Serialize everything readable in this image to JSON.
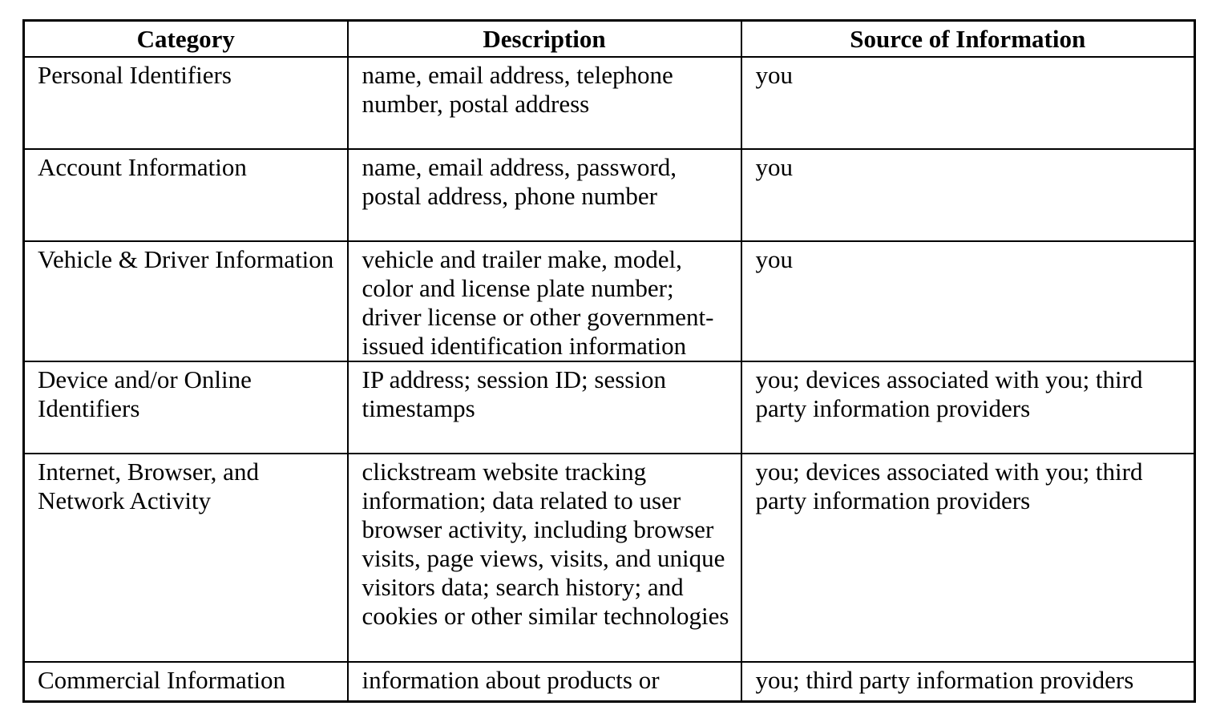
{
  "colors": {
    "background": "#ffffff",
    "border": "#000000",
    "text": "#000000"
  },
  "table": {
    "headers": [
      "Category",
      "Description",
      "Source of Information"
    ],
    "rows": [
      {
        "category": "Personal Identifiers",
        "description": "name, email address, telephone number, postal address",
        "source": "you"
      },
      {
        "category": "Account Information",
        "description": "name, email address, password, postal address, phone number",
        "source": "you"
      },
      {
        "category": "Vehicle & Driver Information",
        "description": "vehicle and trailer make, model, color and license plate number; driver license or other government-issued identification information",
        "source": "you"
      },
      {
        "category": "Device and/or Online Identifiers",
        "description": "IP address; session ID; session timestamps",
        "source": "you; devices associated with you; third party information providers"
      },
      {
        "category": "Internet, Browser, and Network Activity",
        "description": "clickstream website tracking information; data related to user browser activity, including browser visits, page views, visits, and unique visitors data; search history; and cookies or other similar technologies",
        "source": "you; devices associated with you; third party information providers"
      },
      {
        "category": "Commercial Information",
        "description": "information about products or",
        "source": "you; third party information providers"
      }
    ]
  }
}
